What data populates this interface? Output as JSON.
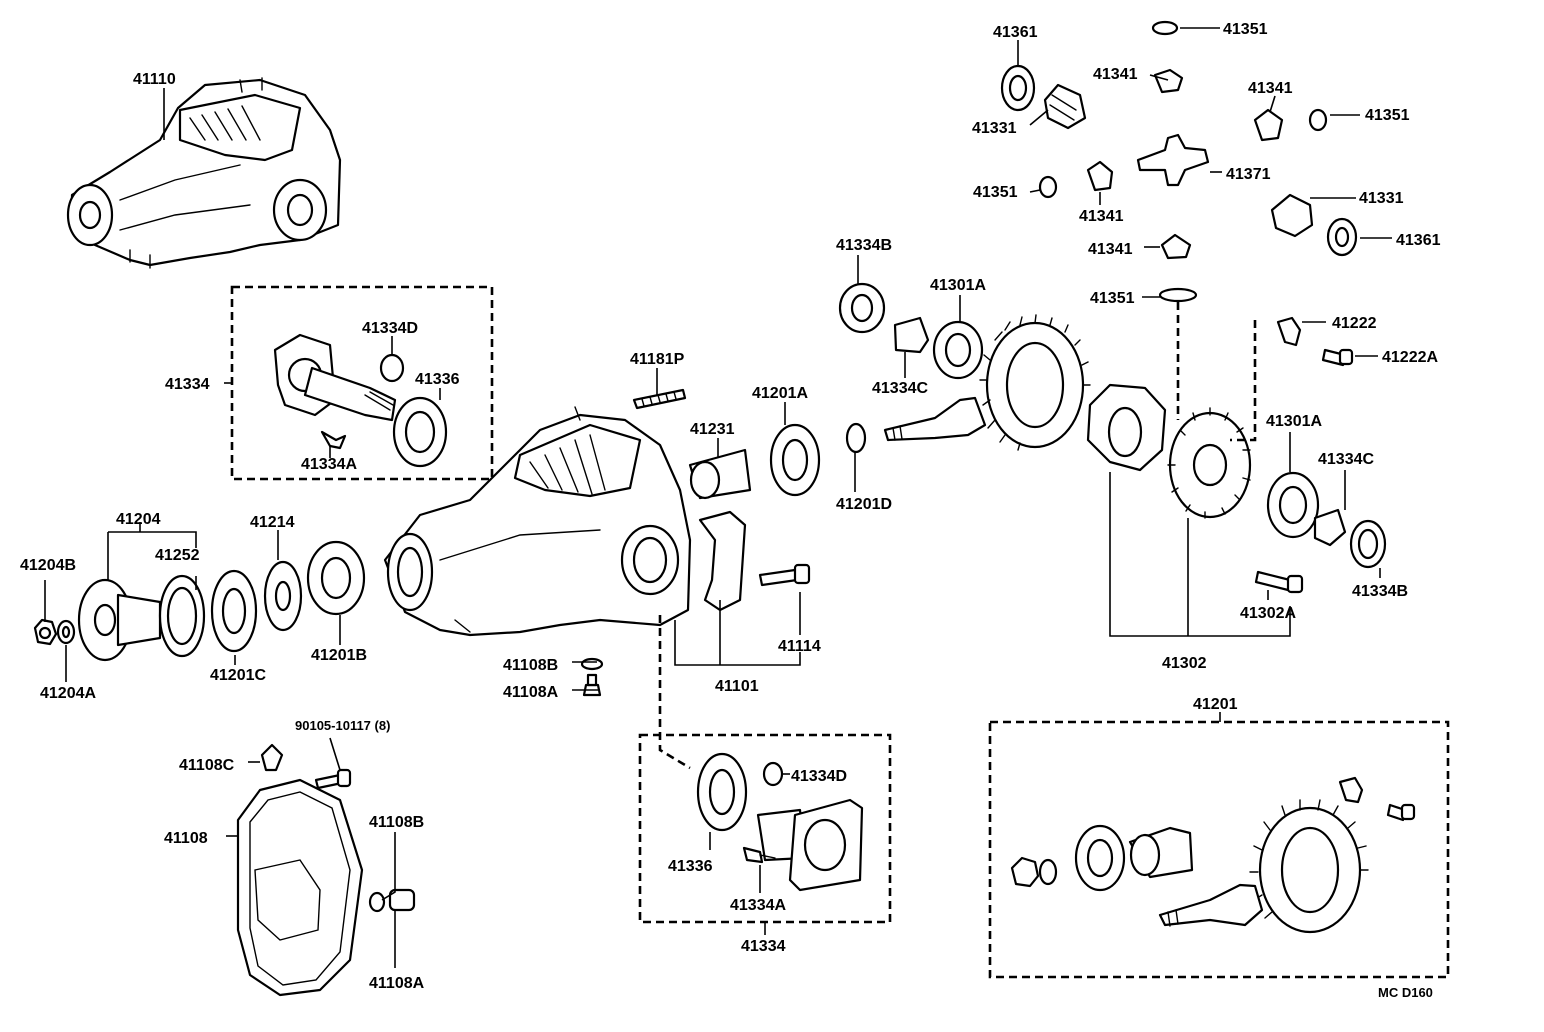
{
  "labels": {
    "p41110": "41110",
    "p41334_top_left": "41334",
    "p41334D_top": "41334D",
    "p41336_top": "41336",
    "p41334A_top": "41334A",
    "p41204": "41204",
    "p41204B": "41204B",
    "p41252": "41252",
    "p41214": "41214",
    "p41204A": "41204A",
    "p41201C": "41201C",
    "p41201B": "41201B",
    "p41181P": "41181P",
    "p41231": "41231",
    "p41201A_left": "41201A",
    "p41114": "41114",
    "p41101": "41101",
    "p41108B_mid": "41108B",
    "p41108A_mid": "41108A",
    "p90105": "90105-10117 (8)",
    "p41108C": "41108C",
    "p41108": "41108",
    "p41108B_low": "41108B",
    "p41108A_low": "41108A",
    "p41336_low": "41336",
    "p41334D_low": "41334D",
    "p41334A_low": "41334A",
    "p41334_low": "41334",
    "p41334B_top": "41334B",
    "p41301A_top": "41301A",
    "p41334C_top": "41334C",
    "p41201D": "41201D",
    "p41361_top": "41361",
    "p41351_top": "41351",
    "p41341_a": "41341",
    "p41341_b": "41341",
    "p41331_left": "41331",
    "p41351_right": "41351",
    "p41351_left": "41351",
    "p41371": "41371",
    "p41341_c": "41341",
    "p41331_right": "41331",
    "p41361_right": "41361",
    "p41341_d": "41341",
    "p41351_mid": "41351",
    "p41222": "41222",
    "p41222A": "41222A",
    "p41301A_right": "41301A",
    "p41334C_right": "41334C",
    "p41334B_right": "41334B",
    "p41302A": "41302A",
    "p41302": "41302",
    "p41201": "41201",
    "code": "MC  D160"
  }
}
